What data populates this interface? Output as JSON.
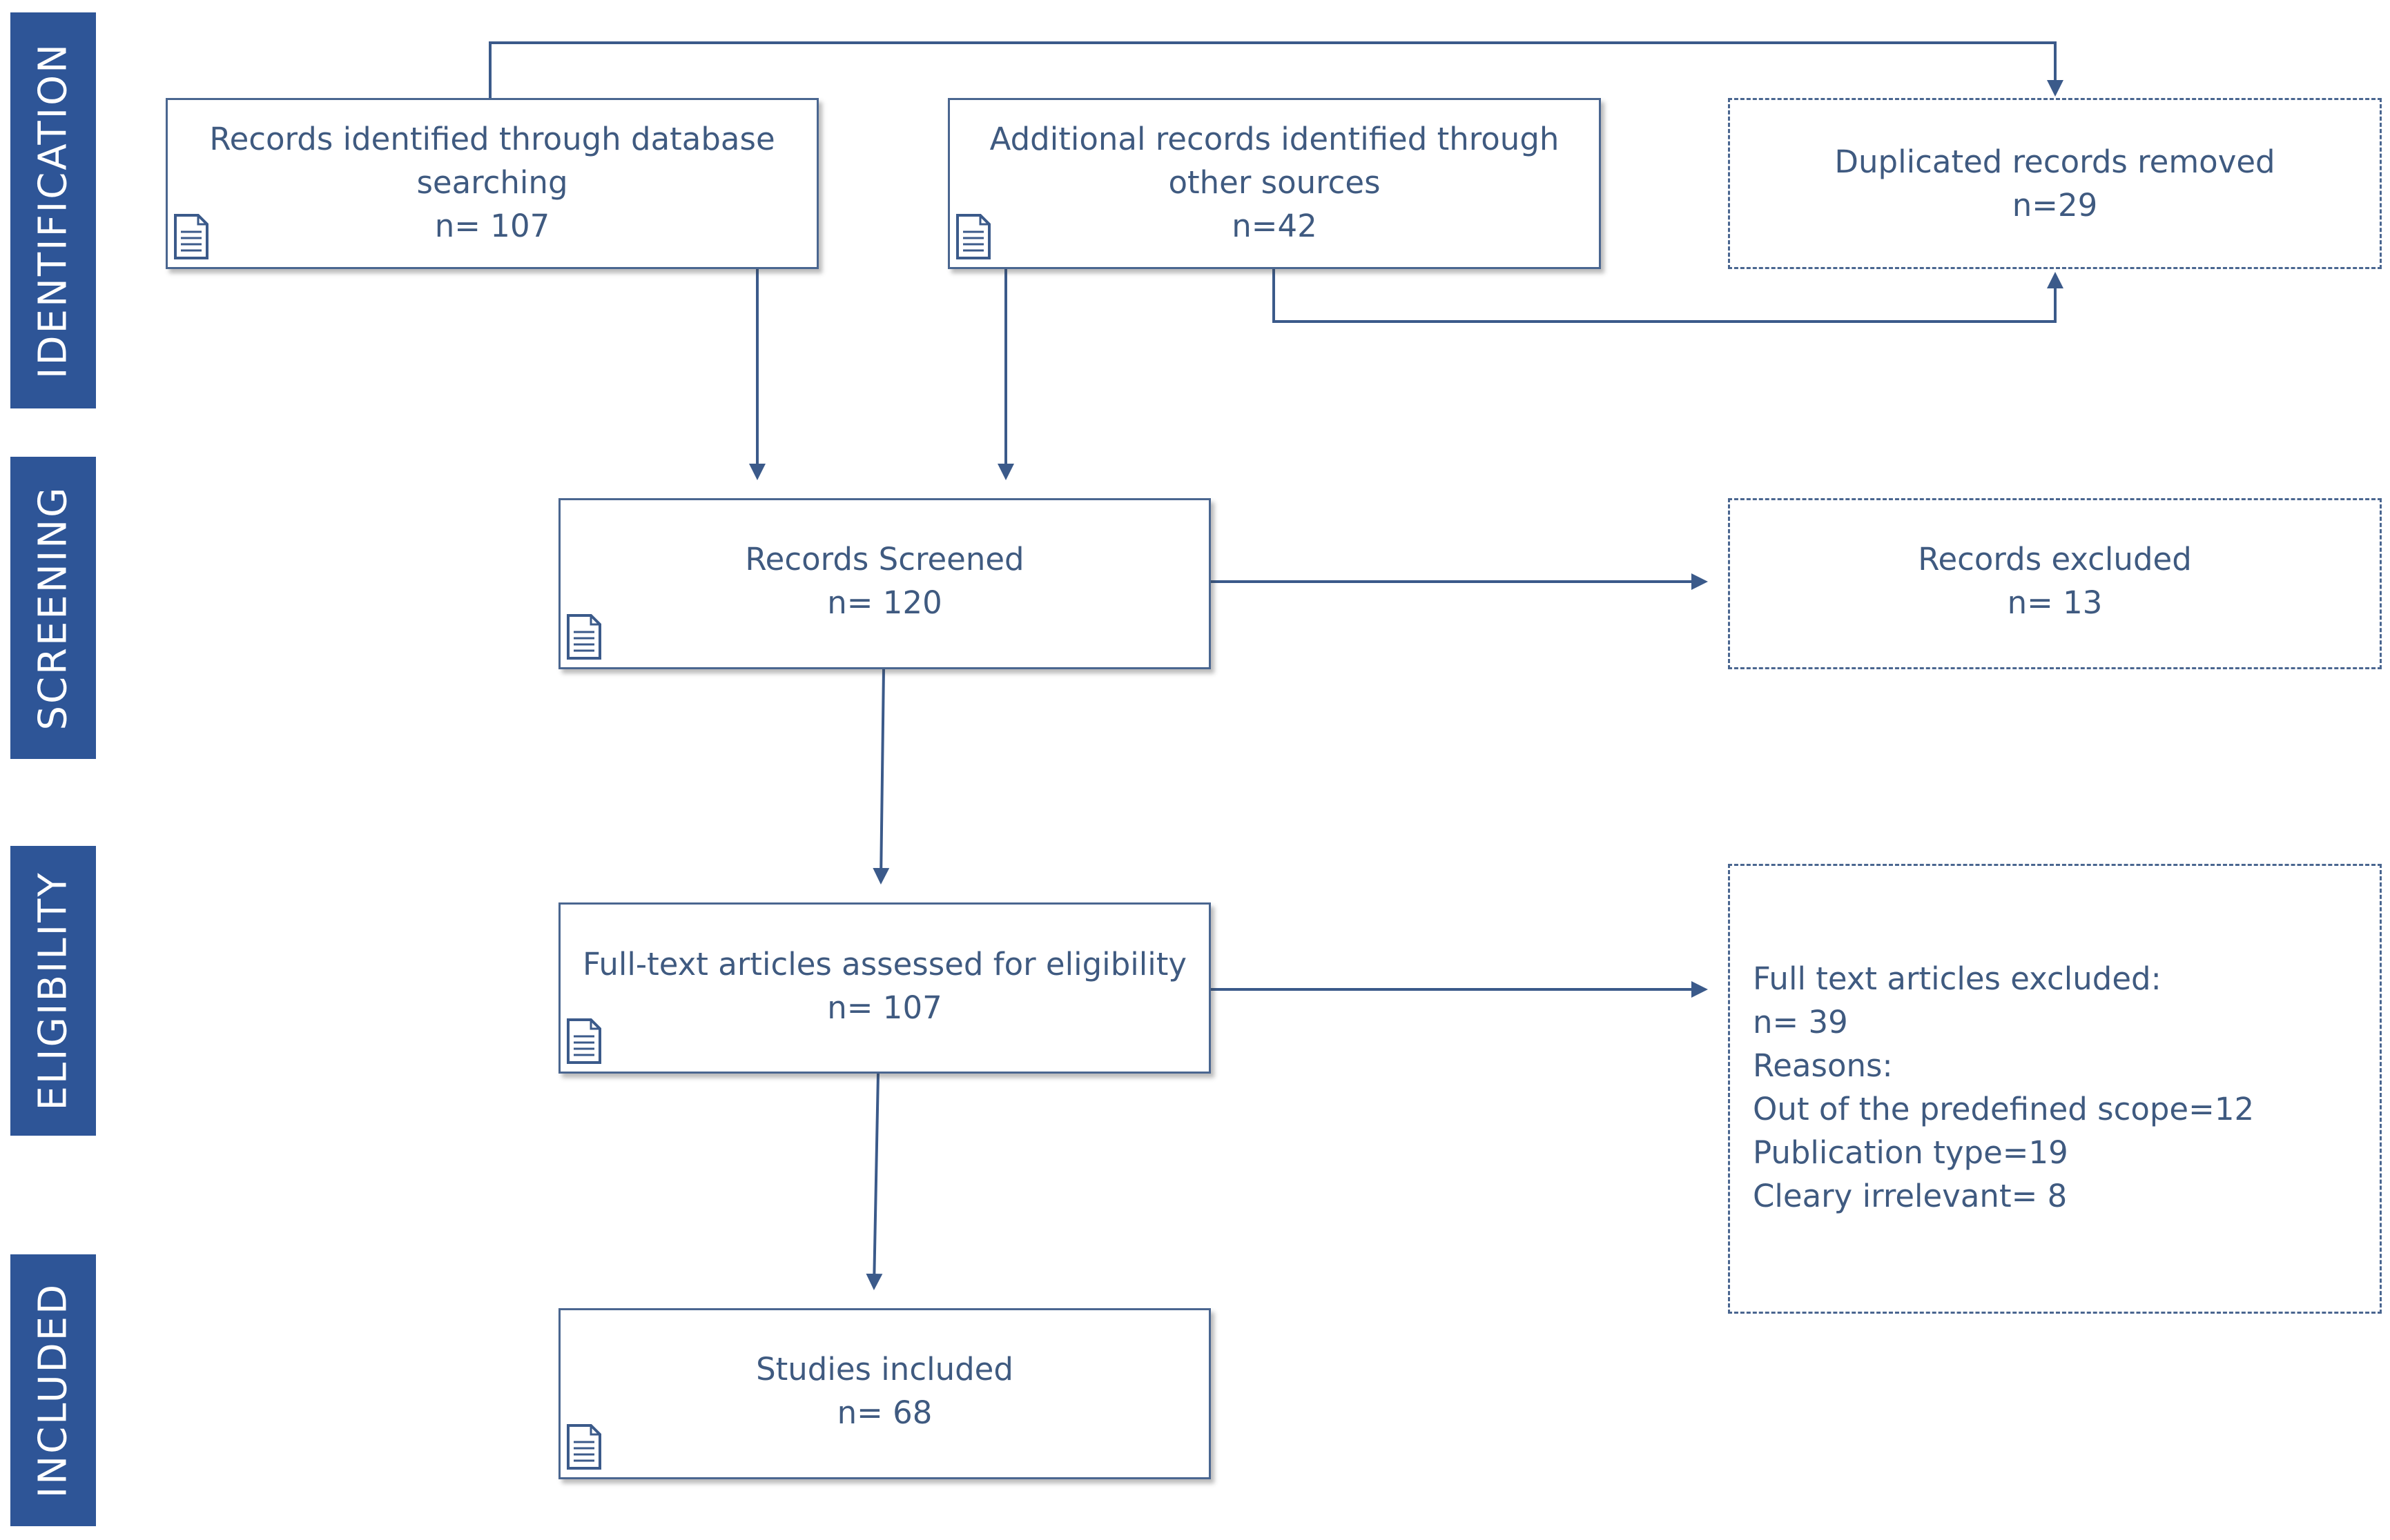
{
  "phases": [
    {
      "label": "IDENTIFICATION"
    },
    {
      "label": "SCREENING"
    },
    {
      "label": "ELIGIBILITY"
    },
    {
      "label": "INCLUDED"
    }
  ],
  "identification": {
    "database": {
      "lines": [
        "Records identified through database",
        "searching"
      ],
      "count": "n= 107"
    },
    "other_sources": {
      "lines": [
        "Additional records identified through",
        "other sources"
      ],
      "count": "n=42"
    },
    "duplicates": {
      "line": "Duplicated records removed",
      "count": "n=29"
    }
  },
  "screening": {
    "screened": {
      "line": "Records Screened",
      "count": "n= 120"
    },
    "excluded": {
      "line": "Records excluded",
      "count": "n= 13"
    }
  },
  "eligibility": {
    "assessed": {
      "line": "Full-text articles assessed for eligibility",
      "count": "n= 107"
    },
    "excluded": {
      "lines": [
        "Full text articles excluded:",
        "n= 39",
        "Reasons:",
        "Out of the predefined scope=12",
        "Publication type=19",
        "Cleary irrelevant= 8"
      ]
    }
  },
  "included": {
    "studies": {
      "line": "Studies included",
      "count": "n= 68"
    }
  },
  "icons": {
    "document": "document-icon"
  },
  "colors": {
    "phase_band": "#2e5597",
    "text": "#3f5a80",
    "lines": "#4a6690"
  }
}
